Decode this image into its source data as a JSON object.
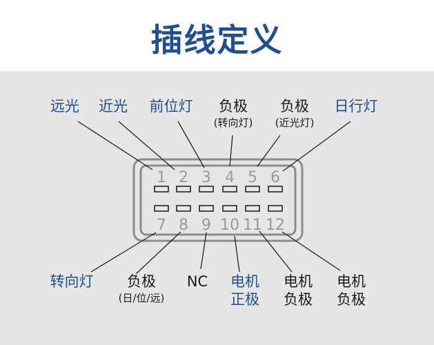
{
  "title": "插线定义",
  "colors": {
    "title": "#1f4f8f",
    "label_blue": "#1f4f8f",
    "label_dark": "#1a1a1a",
    "panel_bg": "#e6e6e6",
    "connector": "#8c8c8c",
    "pin_number": "#9a9a9a",
    "line": "#222222"
  },
  "top_pins": [
    "1",
    "2",
    "3",
    "4",
    "5",
    "6"
  ],
  "bottom_pins": [
    "7",
    "8",
    "9",
    "10",
    "11",
    "12"
  ],
  "top_labels": [
    {
      "pin": "1",
      "lines": [
        "远光"
      ],
      "color": "blue"
    },
    {
      "pin": "2",
      "lines": [
        "近光"
      ],
      "color": "blue"
    },
    {
      "pin": "3",
      "lines": [
        "前位灯"
      ],
      "color": "blue"
    },
    {
      "pin": "4",
      "lines": [
        "负极",
        "(转向灯)"
      ],
      "color": "dark"
    },
    {
      "pin": "5",
      "lines": [
        "负极",
        "(近光灯)"
      ],
      "color": "dark"
    },
    {
      "pin": "6",
      "lines": [
        "日行灯"
      ],
      "color": "blue"
    }
  ],
  "bottom_labels": [
    {
      "pin": "7",
      "lines": [
        "转向灯"
      ],
      "color": "blue"
    },
    {
      "pin": "8",
      "lines": [
        "负极",
        "(日/位/远)"
      ],
      "color": "dark"
    },
    {
      "pin": "9",
      "lines": [
        "NC"
      ],
      "color": "dark"
    },
    {
      "pin": "10",
      "lines": [
        "电机",
        "正极"
      ],
      "color": "blue"
    },
    {
      "pin": "11",
      "lines": [
        "电机",
        "负极"
      ],
      "color": "dark"
    },
    {
      "pin": "12",
      "lines": [
        "电机",
        "负极"
      ],
      "color": "dark"
    }
  ]
}
